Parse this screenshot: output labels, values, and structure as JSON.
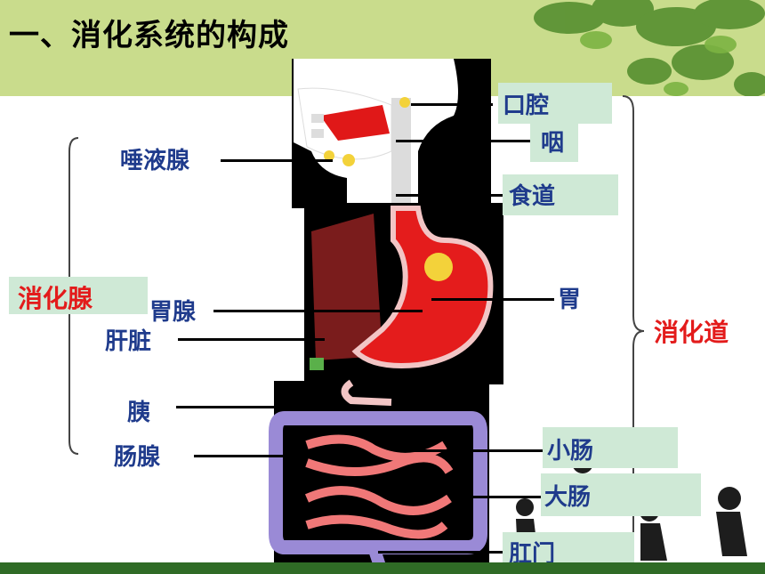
{
  "title": "一、消化系统的构成",
  "glands": {
    "group_label": "消化腺",
    "items": [
      "唾液腺",
      "胃腺",
      "肝脏",
      "胰",
      "肠腺"
    ]
  },
  "tract": {
    "group_label": "消化道",
    "items": [
      "口腔",
      "咽",
      "食道",
      "胃",
      "小肠",
      "大肠",
      "肛门"
    ]
  },
  "colors": {
    "header": "#c9dc8c",
    "label_blue": "#1f3b8c",
    "label_red": "#e31b1b",
    "label_box": "#cfe9d6"
  }
}
